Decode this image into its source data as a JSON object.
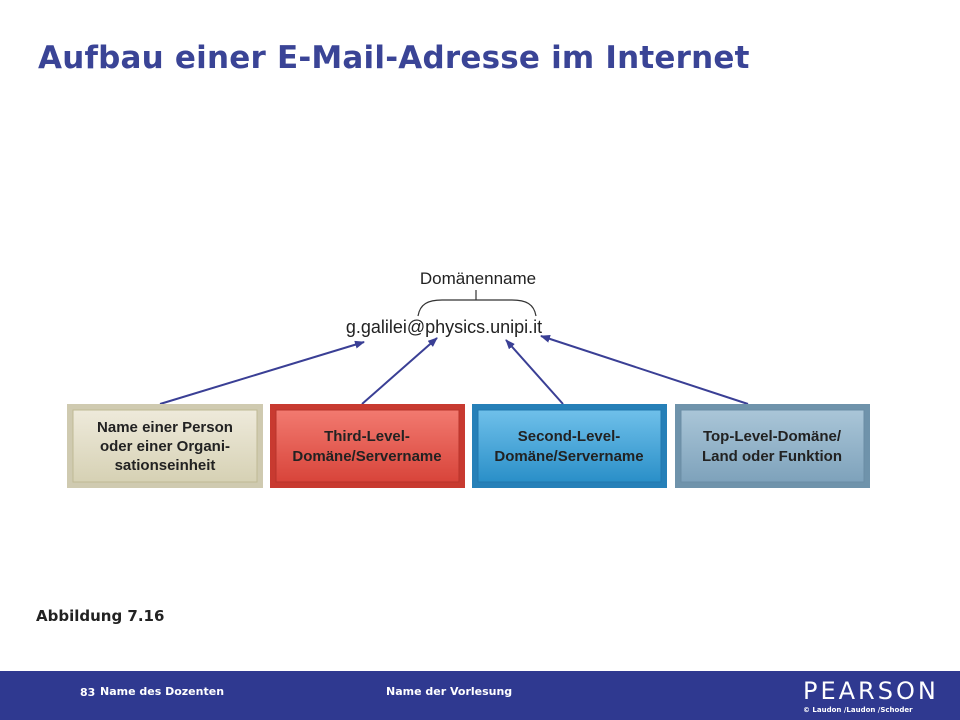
{
  "slide": {
    "title": "Aufbau einer E-Mail-Adresse im Internet",
    "figure_label": "Abbildung 7.16"
  },
  "diagram": {
    "domain_label": "Domänenname",
    "address": "g.galilei@physics.unipi.it",
    "boxes": [
      {
        "lines": [
          "Name einer Person",
          "oder einer Organi-",
          "sationseinheit"
        ],
        "color": "#e3dfc6"
      },
      {
        "lines": [
          "Third-Level-",
          "Domäne/Servername"
        ],
        "color": "#e8564a"
      },
      {
        "lines": [
          "Second-Level-",
          "Domäne/Servername"
        ],
        "color": "#3fa3d8"
      },
      {
        "lines": [
          "Top-Level-Domäne/",
          "Land oder Funktion"
        ],
        "color": "#90b3cb"
      }
    ],
    "arrow_color": "#3a3f95"
  },
  "footer": {
    "page_number": "83",
    "lecturer": "Name des Dozenten",
    "lecture": "Name der Vorlesung",
    "logo": "PEARSON",
    "copyright": "© Laudon /Laudon /Schoder"
  }
}
